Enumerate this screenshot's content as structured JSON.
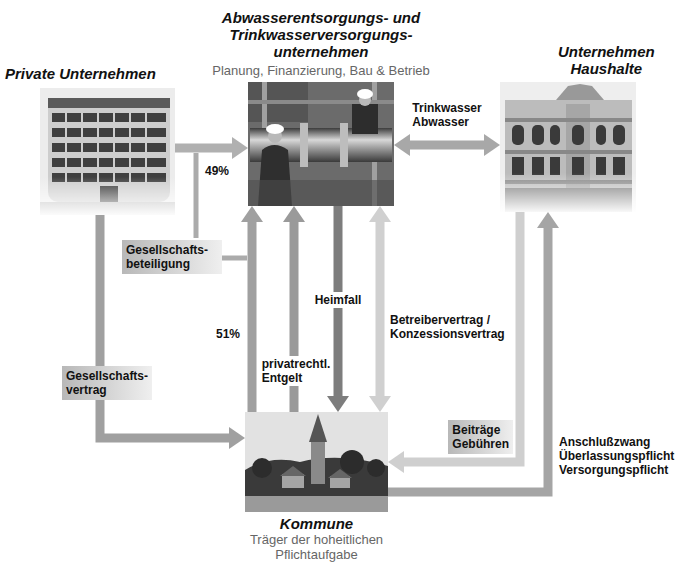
{
  "diagram": {
    "nodes": [
      {
        "text": [
          "Private Unternehmen"
        ]
      },
      {
        "text": [
          "Abwasserentsorgungs- und Trinkwasserversorgungs- unternehmen",
          "Planung, Finanzierung, Bau & Betrieb"
        ]
      },
      {
        "text": [
          "Unternehmen Haushalte"
        ]
      },
      {
        "text": [
          "Kommune",
          "Träger der hoheitlichen Pflichtaufgabe"
        ]
      }
    ],
    "edges": [
      {
        "from": 0,
        "to": 1,
        "arrow": "to",
        "label": "49%"
      },
      {
        "from": 3,
        "to": 1,
        "arrow": "to",
        "label": "51%"
      },
      {
        "from": 3,
        "to": 1,
        "arrow": "to",
        "label": "privatrechtl. Entgelt"
      },
      {
        "from": 1,
        "to": 3,
        "arrow": "to",
        "label": "Heimfall"
      },
      {
        "from": 3,
        "to": 1,
        "arrow": "both",
        "label": "Betreibervertrag / Konzessionsvertrag"
      },
      {
        "from": 1,
        "to": 2,
        "arrow": "both",
        "label": "Trinkwasser Abwasser"
      },
      {
        "from": 0,
        "to": 3,
        "arrow": "to",
        "label": "Gesellschafts- vertrag"
      },
      {
        "from": 2,
        "to": 3,
        "arrow": "to",
        "label": "Beiträge Gebühren"
      },
      {
        "from": 3,
        "to": 2,
        "arrow": "to",
        "label": "Anschlußzwang Überlassungspflicht Versorgungspflicht"
      }
    ],
    "labels": [
      "Gesellschafts- beteiligung"
    ]
  }
}
